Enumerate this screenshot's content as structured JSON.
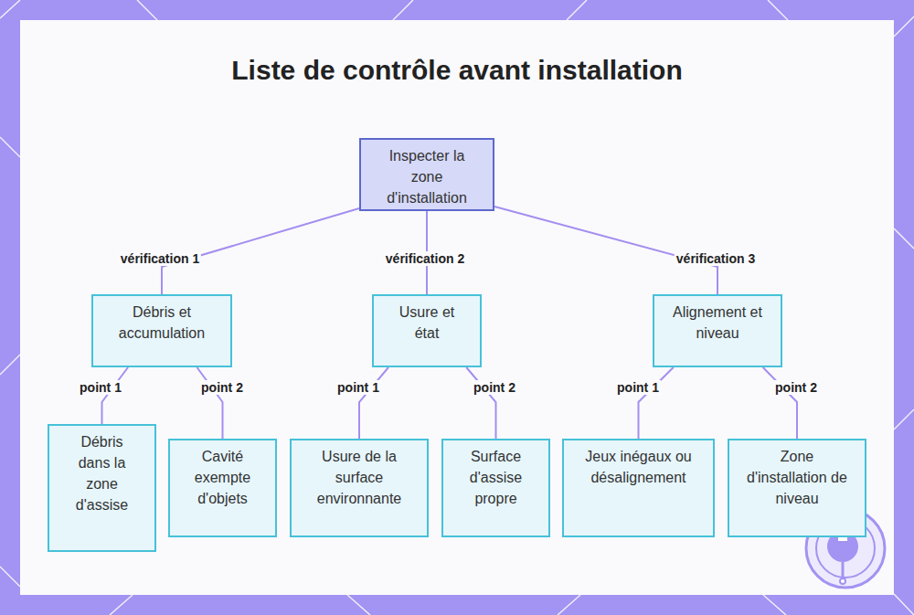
{
  "diagram": {
    "title": "Liste de contrôle avant installation",
    "nodes": [
      {
        "text": [
          "Inspecter la zone d'installation"
        ]
      },
      {
        "text": [
          "Débris et accumulation"
        ]
      },
      {
        "text": [
          "Usure et état"
        ]
      },
      {
        "text": [
          "Alignement et niveau"
        ]
      },
      {
        "text": [
          "Débris dans la zone d'assise"
        ]
      },
      {
        "text": [
          "Cavité exempte d'objets"
        ]
      },
      {
        "text": [
          "Usure de la surface environnante"
        ]
      },
      {
        "text": [
          "Surface d'assise propre"
        ]
      },
      {
        "text": [
          "Jeux inégaux ou désalignement"
        ]
      },
      {
        "text": [
          "Zone d'installation de niveau"
        ]
      }
    ],
    "edges": [
      {
        "from": 0,
        "to": 1,
        "label": "vérification 1",
        "arrow": "none"
      },
      {
        "from": 0,
        "to": 2,
        "label": "vérification 2",
        "arrow": "none"
      },
      {
        "from": 0,
        "to": 3,
        "label": "vérification 3",
        "arrow": "none"
      },
      {
        "from": 1,
        "to": 4,
        "label": "point 1",
        "arrow": "none"
      },
      {
        "from": 1,
        "to": 5,
        "label": "point 2",
        "arrow": "none"
      },
      {
        "from": 2,
        "to": 6,
        "label": "point 1",
        "arrow": "none"
      },
      {
        "from": 2,
        "to": 7,
        "label": "point 2",
        "arrow": "none"
      },
      {
        "from": 3,
        "to": 8,
        "label": "point 1",
        "arrow": "none"
      },
      {
        "from": 3,
        "to": 9,
        "label": "point 2",
        "arrow": "none"
      }
    ]
  }
}
